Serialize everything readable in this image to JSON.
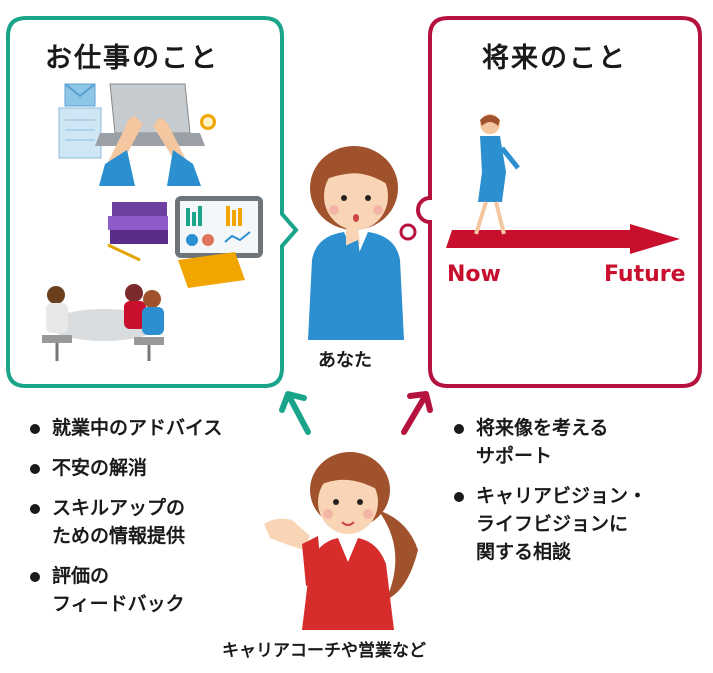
{
  "left_box": {
    "title": "お仕事のこと",
    "border_color": "#1aa58a"
  },
  "right_box": {
    "title": "将来のこと",
    "border_color": "#b5123e",
    "timeline_start": "Now",
    "timeline_end": "Future",
    "arrow_color": "#c8102e"
  },
  "center": {
    "you_label": "あなた"
  },
  "bottom_person": {
    "label": "キャリアコーチや営業など"
  },
  "left_list": [
    {
      "text": "就業中のアドバイス"
    },
    {
      "text": "不安の解消"
    },
    {
      "text": "スキルアップの\nための情報提供"
    },
    {
      "text": "評価の\nフィードバック"
    }
  ],
  "right_list": [
    {
      "text": "将来像を考える\nサポート"
    },
    {
      "text": "キャリアビジョン・\nライフビジョンに\n関する相談"
    }
  ],
  "colors": {
    "teal": "#1aa58a",
    "crimson": "#b5123e",
    "shirt_blue": "#2b8fd0",
    "red_jacket": "#d62c2c",
    "hair_brown": "#a0522d"
  }
}
